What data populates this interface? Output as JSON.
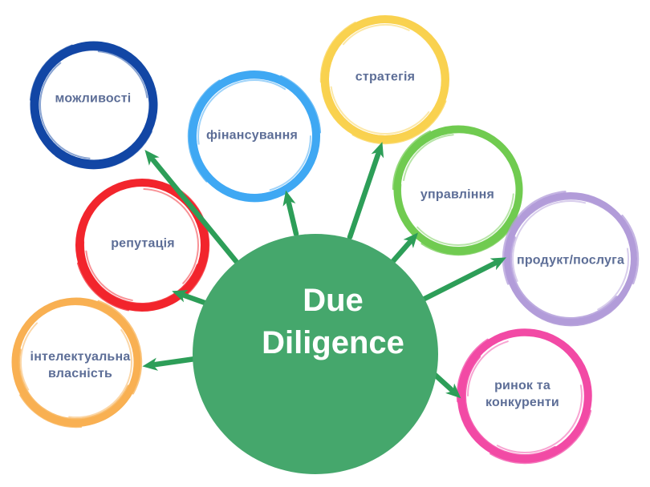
{
  "title": {
    "line1": "Due",
    "line2": "Diligence"
  },
  "colors": {
    "background": "#ffffff",
    "hub_fill": "#45a76c",
    "arrow": "#2d9e58",
    "label_text": "#5d6e97",
    "title_text": "#ffffff"
  },
  "nodes": [
    {
      "label": "можливості",
      "color": "#1247a5"
    },
    {
      "label": "фінансування",
      "color": "#3fa8f3"
    },
    {
      "label": "стратегія",
      "color": "#f9d14f"
    },
    {
      "label": "управління",
      "color": "#70cb50"
    },
    {
      "label": "продукт/послуга",
      "color": "#b29cd9"
    },
    {
      "label": "ринок та конкуренти",
      "color": "#f24aa5"
    },
    {
      "label": "репутація",
      "color": "#f2252d"
    },
    {
      "label": "інтелектуальна власність",
      "color": "#f8b052"
    }
  ]
}
